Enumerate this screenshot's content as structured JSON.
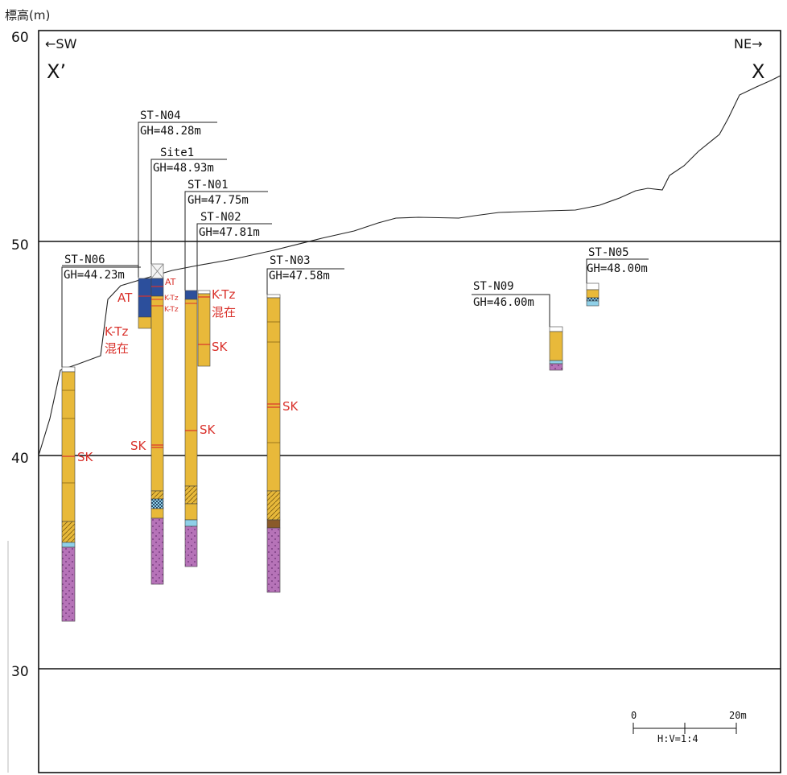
{
  "y_axis_title": "標高(m)",
  "y_ticks": [
    {
      "value": 60,
      "label": "60"
    },
    {
      "value": 50,
      "label": "50"
    },
    {
      "value": 40,
      "label": "40"
    },
    {
      "value": 30,
      "label": "30"
    }
  ],
  "direction_left": "←SW",
  "direction_right": "NE→",
  "section_left": "X’",
  "section_right": "X",
  "boreholes": [
    {
      "name": "ST-N04",
      "gh": "GH=48.28m"
    },
    {
      "name": "Site1",
      "gh": "GH=48.93m"
    },
    {
      "name": "ST-N01",
      "gh": "GH=47.75m"
    },
    {
      "name": "ST-N02",
      "gh": "GH=47.81m"
    },
    {
      "name": "ST-N06",
      "gh": "GH=44.23m"
    },
    {
      "name": "ST-N03",
      "gh": "GH=47.58m"
    },
    {
      "name": "ST-N09",
      "gh": "GH=46.00m"
    },
    {
      "name": "ST-N05",
      "gh": "GH=48.00m"
    }
  ],
  "layer_labels": [
    {
      "text": "AT"
    },
    {
      "text": "AT"
    },
    {
      "text": "K-Tz"
    },
    {
      "text": "K-Tz"
    },
    {
      "text": "K-Tz"
    },
    {
      "text": "混在"
    },
    {
      "text": "K-Tz"
    },
    {
      "text": "混在"
    },
    {
      "text": "SK"
    },
    {
      "text": "SK"
    },
    {
      "text": "SK"
    },
    {
      "text": "SK"
    },
    {
      "text": "SK"
    }
  ],
  "scale_bar": {
    "zero": "0",
    "end": "20m",
    "ratio": "H:V=1:4"
  },
  "colors": {
    "sand_yellow": "#e8b93a",
    "loam_blue": "#2c4f9c",
    "light_blue": "#8fd0e8",
    "gravel_purple": "#b673b8",
    "peat_brown": "#8a5a2a",
    "label_red": "#d9322c"
  }
}
